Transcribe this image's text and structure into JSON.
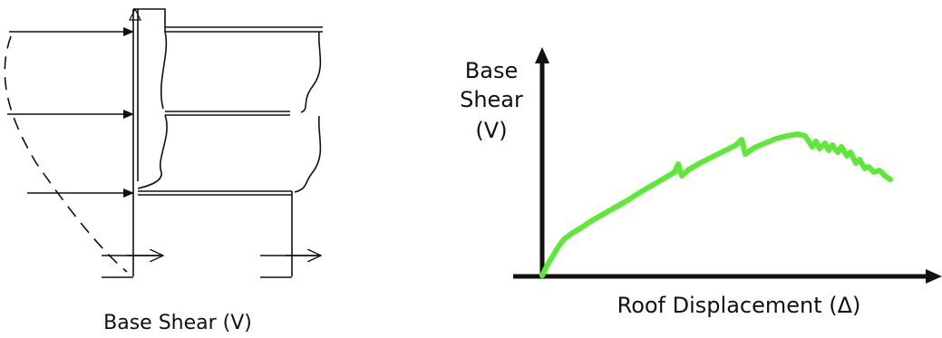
{
  "left_figure": {
    "caption": "Base Shear (V)"
  },
  "right_figure": {
    "y_axis_label_lines": [
      "Base",
      "Shear",
      "(V)"
    ],
    "x_axis_label": "Roof Displacement (Δ)"
  },
  "colors": {
    "ink": "#111111",
    "curve": "#5ee83a"
  }
}
